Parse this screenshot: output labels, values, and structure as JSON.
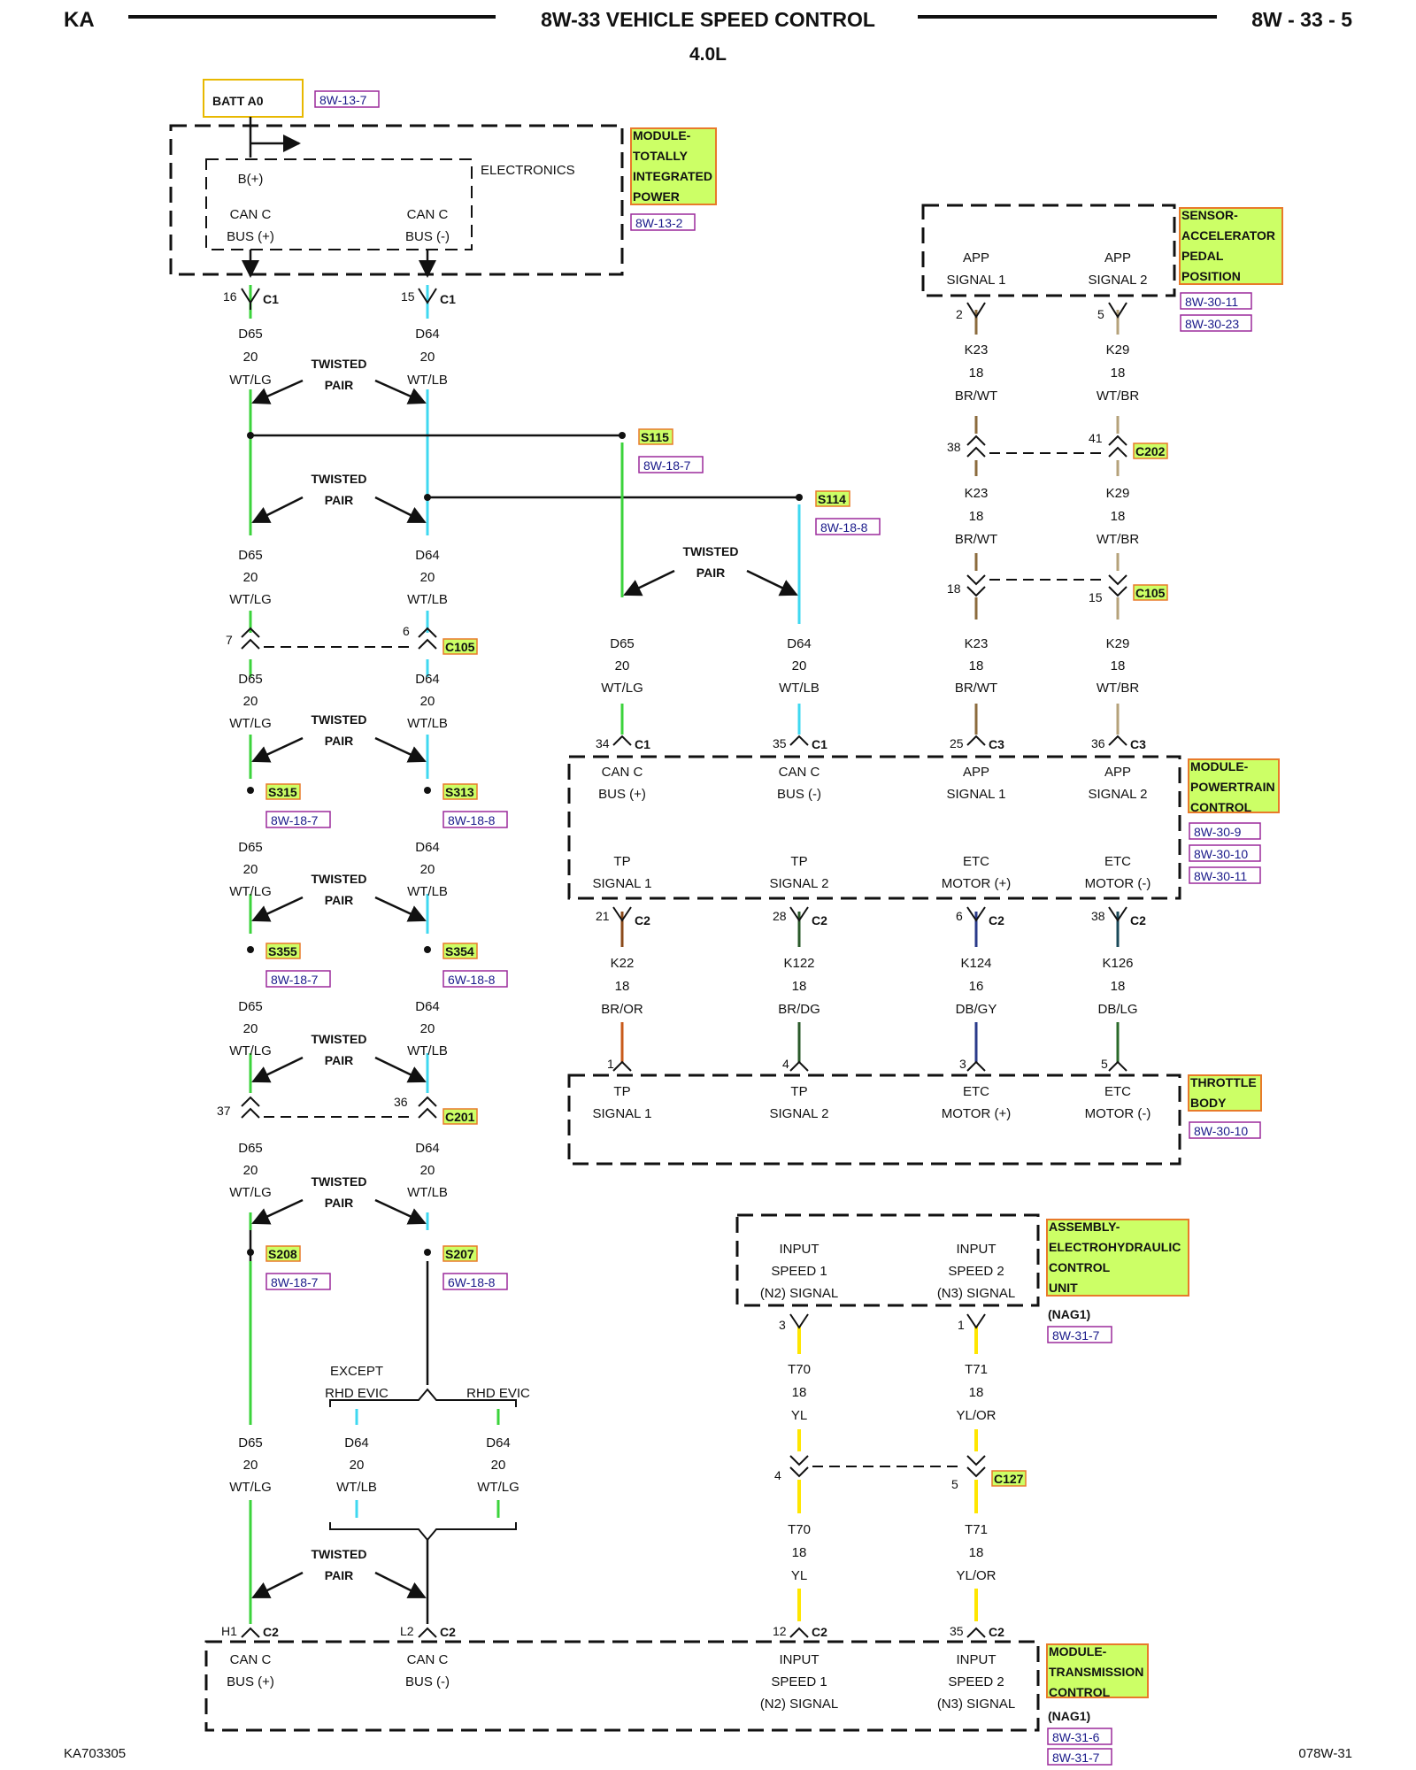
{
  "header": {
    "left": "KA",
    "title": "8W-33 VEHICLE SPEED CONTROL",
    "subtitle": "4.0L",
    "page": "8W - 33 - 5"
  },
  "footer": {
    "left": "KA703305",
    "right": "078W-31"
  },
  "colors": {
    "wire_green": "#3bd33b",
    "wire_cyan": "#3fd8f0",
    "wire_yellow": "#ffe600",
    "wire_brown": "#8b6b3d",
    "wire_tan": "#b5a27a",
    "label_fill": "#ccff66",
    "label_border": "#e87a2a",
    "ref_border": "#9b2a9b",
    "batt_border": "#e8b800"
  },
  "power": {
    "label": "BATT A0",
    "ref": "8W-13-7"
  },
  "tipm": {
    "name_lines": [
      "MODULE-",
      "TOTALLY",
      "INTEGRATED",
      "POWER"
    ],
    "ref": "8W-13-2",
    "inner_title": "ELECTRONICS",
    "bplus": "B(+)",
    "pin_a": [
      "CAN C",
      "BUS (+)"
    ],
    "pin_b": [
      "CAN C",
      "BUS (-)"
    ],
    "pin_a_no": "16",
    "pin_a_conn": "C1",
    "pin_b_no": "15",
    "pin_b_conn": "C1"
  },
  "twisted_pair": [
    "TWISTED",
    "PAIR"
  ],
  "wires": {
    "d65": [
      "D65",
      "20",
      "WT/LG"
    ],
    "d64": [
      "D64",
      "20",
      "WT/LB"
    ],
    "d64_lg": [
      "D64",
      "20",
      "WT/LG"
    ],
    "k23": [
      "K23",
      "18",
      "BR/WT"
    ],
    "k29": [
      "K29",
      "18",
      "WT/BR"
    ],
    "k22": [
      "K22",
      "18",
      "BR/OR"
    ],
    "k122": [
      "K122",
      "18",
      "BR/DG"
    ],
    "k124": [
      "K124",
      "16",
      "DB/GY"
    ],
    "k126": [
      "K126",
      "18",
      "DB/LG"
    ],
    "t70": [
      "T70",
      "18",
      "YL"
    ],
    "t71": [
      "T71",
      "18",
      "YL/OR"
    ]
  },
  "splices": {
    "s115": {
      "id": "S115",
      "ref": "8W-18-7"
    },
    "s114": {
      "id": "S114",
      "ref": "8W-18-8"
    },
    "s315": {
      "id": "S315",
      "ref": "8W-18-7"
    },
    "s313": {
      "id": "S313",
      "ref": "8W-18-8"
    },
    "s355": {
      "id": "S355",
      "ref": "8W-18-7"
    },
    "s354": {
      "id": "S354",
      "ref": "6W-18-8"
    },
    "s208": {
      "id": "S208",
      "ref": "8W-18-7"
    },
    "s207": {
      "id": "S207",
      "ref": "6W-18-8"
    }
  },
  "inline_connectors": {
    "c105_left": {
      "id": "C105",
      "pin_a": "7",
      "pin_b": "6"
    },
    "c201": {
      "id": "C201",
      "pin_a": "37",
      "pin_b": "36"
    },
    "c202": {
      "id": "C202",
      "pin_a": "38",
      "pin_b": "41"
    },
    "c105_right": {
      "id": "C105",
      "pin_a": "18",
      "pin_b": "15"
    },
    "c127": {
      "id": "C127",
      "pin_a": "4",
      "pin_b": "5"
    }
  },
  "app_sensor": {
    "name_lines": [
      "SENSOR-",
      "ACCELERATOR",
      "PEDAL",
      "POSITION"
    ],
    "refs": [
      "8W-30-11",
      "8W-30-23"
    ],
    "pin_a": [
      "APP",
      "SIGNAL 1"
    ],
    "pin_b": [
      "APP",
      "SIGNAL 2"
    ],
    "pin_a_no": "2",
    "pin_b_no": "5"
  },
  "pcm": {
    "name_lines": [
      "MODULE-",
      "POWERTRAIN",
      "CONTROL"
    ],
    "refs": [
      "8W-30-9",
      "8W-30-10",
      "8W-30-11"
    ],
    "top_pins": [
      {
        "lines": [
          "CAN C",
          "BUS (+)"
        ],
        "no": "34",
        "conn": "C1"
      },
      {
        "lines": [
          "CAN C",
          "BUS (-)"
        ],
        "no": "35",
        "conn": "C1"
      },
      {
        "lines": [
          "APP",
          "SIGNAL 1"
        ],
        "no": "25",
        "conn": "C3"
      },
      {
        "lines": [
          "APP",
          "SIGNAL 2"
        ],
        "no": "36",
        "conn": "C3"
      }
    ],
    "bottom_pins": [
      {
        "lines": [
          "TP",
          "SIGNAL 1"
        ],
        "no": "21",
        "conn": "C2"
      },
      {
        "lines": [
          "TP",
          "SIGNAL 2"
        ],
        "no": "28",
        "conn": "C2"
      },
      {
        "lines": [
          "ETC",
          "MOTOR (+)"
        ],
        "no": "6",
        "conn": "C2"
      },
      {
        "lines": [
          "ETC",
          "MOTOR (-)"
        ],
        "no": "38",
        "conn": "C2"
      }
    ]
  },
  "throttle_body": {
    "name_lines": [
      "THROTTLE",
      "BODY"
    ],
    "ref": "8W-30-10",
    "pins": [
      {
        "lines": [
          "TP",
          "SIGNAL 1"
        ],
        "no": "1"
      },
      {
        "lines": [
          "TP",
          "SIGNAL 2"
        ],
        "no": "4"
      },
      {
        "lines": [
          "ETC",
          "MOTOR (+)"
        ],
        "no": "3"
      },
      {
        "lines": [
          "ETC",
          "MOTOR (-)"
        ],
        "no": "5"
      }
    ]
  },
  "ehcu": {
    "name_lines": [
      "ASSEMBLY-",
      "ELECTROHYDRAULIC",
      "CONTROL",
      "UNIT"
    ],
    "sub": "(NAG1)",
    "ref": "8W-31-7",
    "pins": [
      {
        "lines": [
          "INPUT",
          "SPEED 1",
          "(N2) SIGNAL"
        ],
        "no": "3"
      },
      {
        "lines": [
          "INPUT",
          "SPEED 2",
          "(N3) SIGNAL"
        ],
        "no": "1"
      }
    ]
  },
  "variant": {
    "except": [
      "EXCEPT",
      "RHD EVIC"
    ],
    "rhd": "RHD EVIC"
  },
  "tcm": {
    "name_lines": [
      "MODULE-",
      "TRANSMISSION",
      "CONTROL"
    ],
    "sub": "(NAG1)",
    "refs": [
      "8W-31-6",
      "8W-31-7"
    ],
    "pins": [
      {
        "lines": [
          "CAN C",
          "BUS (+)"
        ],
        "no": "H1",
        "conn": "C2"
      },
      {
        "lines": [
          "CAN C",
          "BUS (-)"
        ],
        "no": "L2",
        "conn": "C2"
      },
      {
        "lines": [
          "INPUT",
          "SPEED 1",
          "(N2) SIGNAL"
        ],
        "no": "12",
        "conn": "C2"
      },
      {
        "lines": [
          "INPUT",
          "SPEED 2",
          "(N3) SIGNAL"
        ],
        "no": "35",
        "conn": "C2"
      }
    ]
  }
}
